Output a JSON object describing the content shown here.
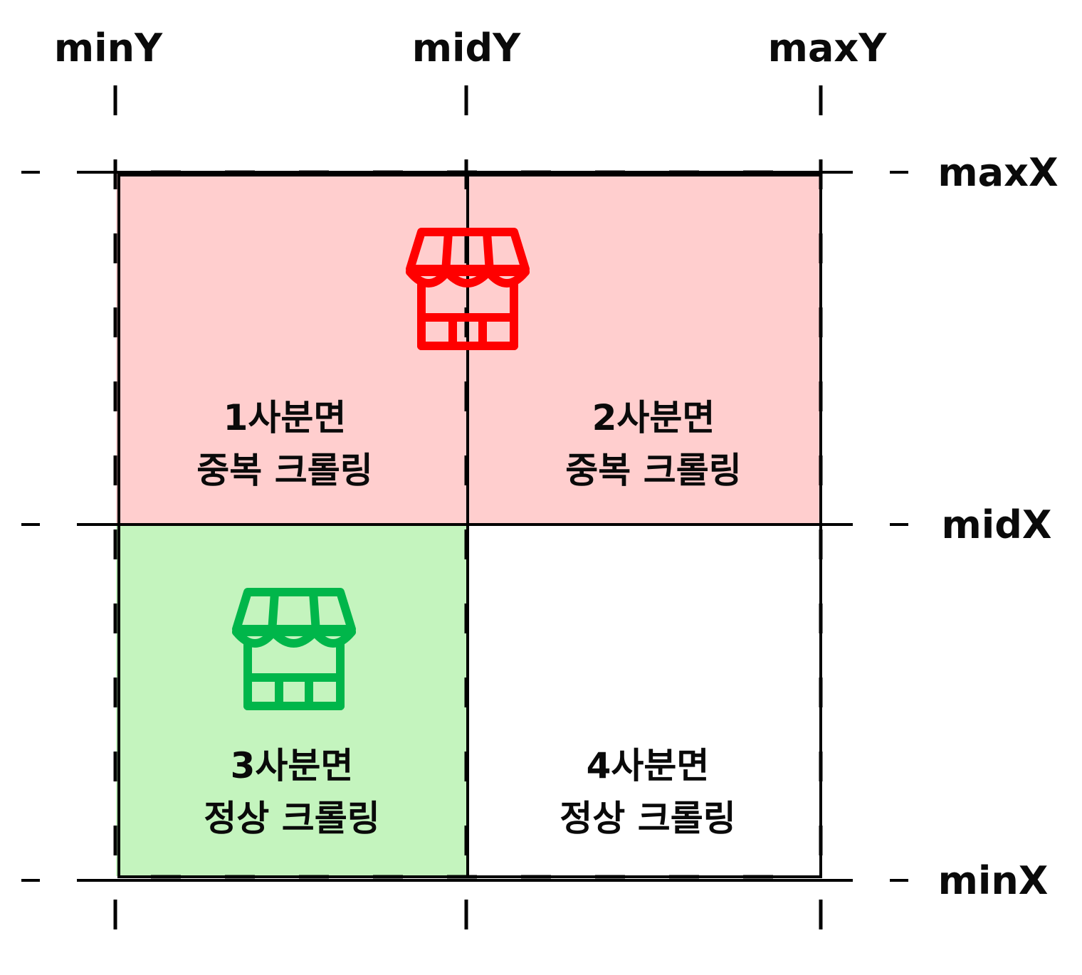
{
  "axes": {
    "top": [
      {
        "id": "min-y",
        "label": "minY"
      },
      {
        "id": "mid-y",
        "label": "midY"
      },
      {
        "id": "max-y",
        "label": "maxY"
      }
    ],
    "right": [
      {
        "id": "max-x",
        "label": "maxX"
      },
      {
        "id": "mid-x",
        "label": "midX"
      },
      {
        "id": "min-x",
        "label": "minX"
      }
    ]
  },
  "quadrants": [
    {
      "id": "1",
      "title": "1사분면",
      "subtitle": "중복 크롤링",
      "fill": "#ffcece",
      "icon": "store-icon",
      "icon_color": "#ff0000"
    },
    {
      "id": "2",
      "title": "2사분면",
      "subtitle": "중복 크롤링",
      "fill": "#ffcece",
      "icon": null,
      "icon_color": null
    },
    {
      "id": "3",
      "title": "3사분면",
      "subtitle": "정상 크롤링",
      "fill": "#c4f4be",
      "icon": "store-icon",
      "icon_color": "#00b64a"
    },
    {
      "id": "4",
      "title": "4사분면",
      "subtitle": "정상 크롤링",
      "fill": "#ffffff",
      "icon": null,
      "icon_color": null
    }
  ],
  "colors": {
    "line": "#000000",
    "overlap_fill": "#ffcece",
    "normal_fill": "#c4f4be",
    "overlap_icon": "#ff0000",
    "normal_icon": "#00b64a"
  }
}
